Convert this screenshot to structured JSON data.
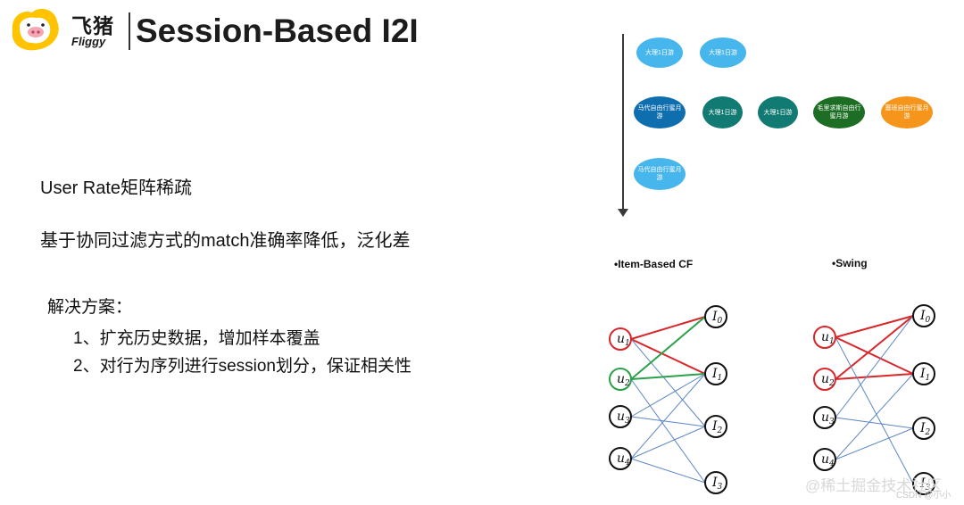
{
  "header": {
    "brand_cn": "飞猪",
    "brand_en": "Fliggy",
    "title": "Session-Based I2I"
  },
  "content": {
    "line1": "User Rate矩阵稀疏",
    "line2": "基于协同过滤方式的match准确率降低，泛化差",
    "solution_title": "解决方案：",
    "solution_1": "1、扩充历史数据，增加样本覆盖",
    "solution_2": "2、对行为序列进行session划分，保证相关性"
  },
  "session": {
    "bubbles": [
      {
        "text": "大理1日游",
        "color": "#47b6ec"
      },
      {
        "text": "大理1日游",
        "color": "#47b6ec"
      },
      {
        "text": "马代自由行蜜月游",
        "color": "#0f6fae"
      },
      {
        "text": "大理1日游",
        "color": "#117a72"
      },
      {
        "text": "大理1日游",
        "color": "#117a72"
      },
      {
        "text": "毛里求斯自由行蜜月游",
        "color": "#1d6e24"
      },
      {
        "text": "塞班自由行蜜月游",
        "color": "#f5951c"
      },
      {
        "text": "马代自由行蜜月游",
        "color": "#47b6ec"
      }
    ]
  },
  "graphs": {
    "cf_label": "•Item-Based CF",
    "swing_label": "•Swing",
    "users": [
      "u1",
      "u2",
      "u3",
      "u4"
    ],
    "items": [
      "I0",
      "I1",
      "I2",
      "I3"
    ],
    "colors": {
      "red": "#d9262a",
      "green": "#2aa14a",
      "blue": "#5b86c4",
      "black": "#111111"
    }
  },
  "watermark": {
    "main": "@稀土掘金技术社区",
    "sub": "CSDN @小小"
  }
}
